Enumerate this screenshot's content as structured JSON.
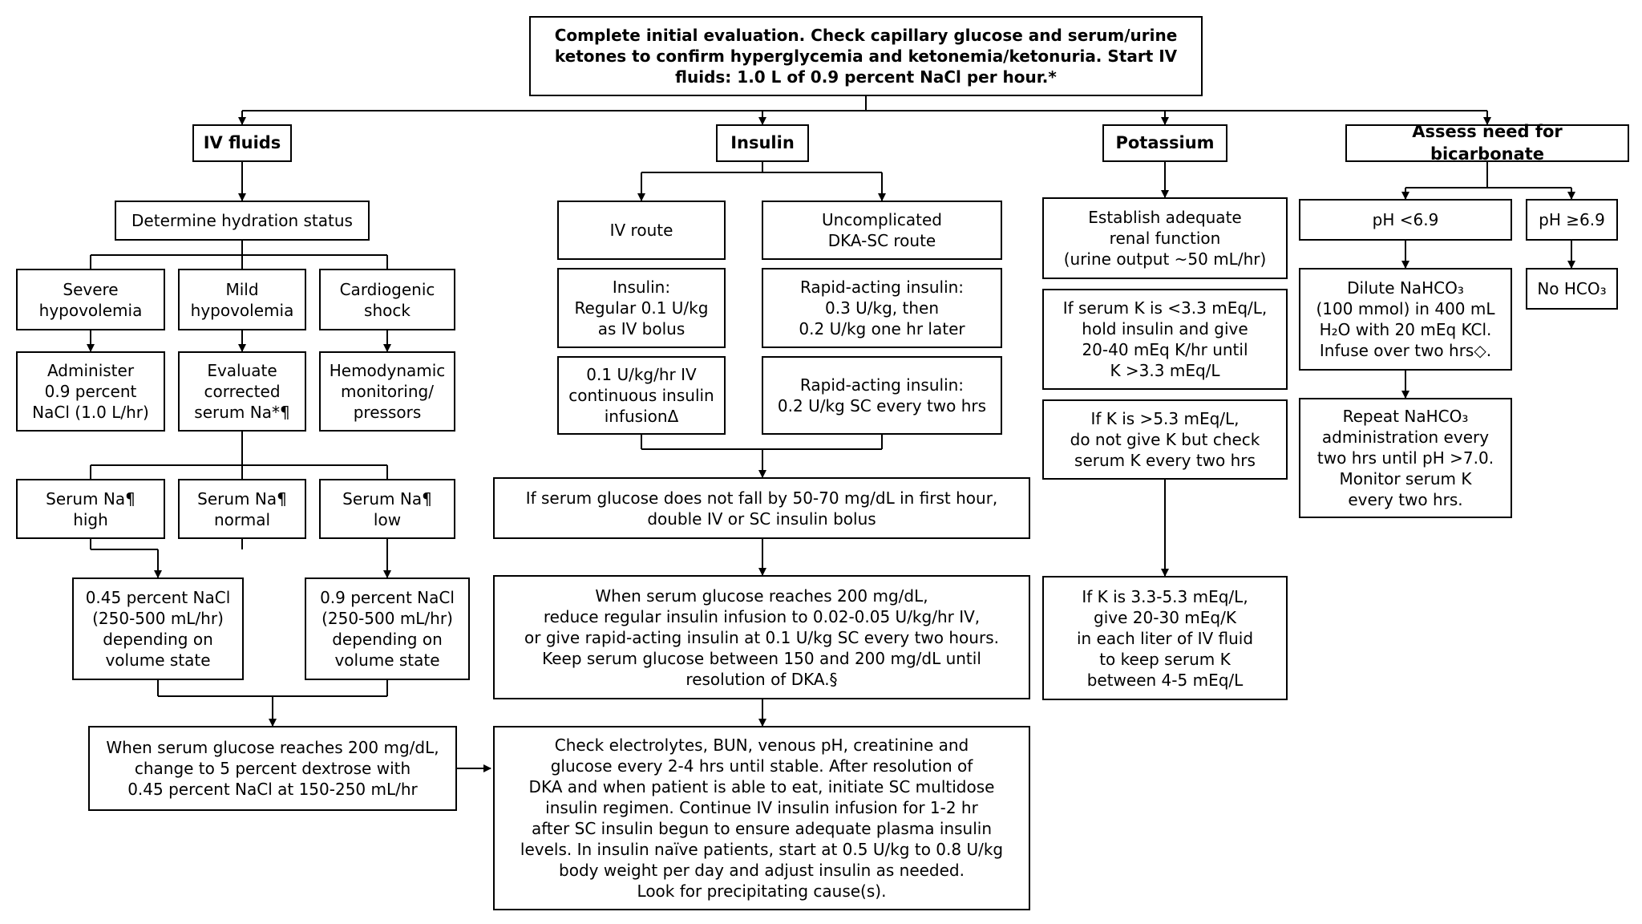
{
  "start": "Complete initial evaluation. Check capillary glucose and serum/urine ketones to confirm hyperglycemia and ketonemia/ketonuria. Start IV fluids: 1.0 L of 0.9 percent NaCl per hour.*",
  "headers": {
    "iv_fluids": "IV fluids",
    "insulin": "Insulin",
    "potassium": "Potassium",
    "bicarbonate": "Assess need for bicarbonate"
  },
  "fluids": {
    "hydration": "Determine hydration status",
    "severe": "Severe\nhypovolemia",
    "mild": "Mild\nhypovolemia",
    "cardio": "Cardiogenic\nshock",
    "administer": "Administer\n0.9 percent\nNaCl (1.0 L/hr)",
    "evaluate": "Evaluate\ncorrected\nserum Na*¶",
    "hemo": "Hemodynamic\nmonitoring/\npressors",
    "na_high": "Serum Na¶\nhigh",
    "na_normal": "Serum Na¶\nnormal",
    "na_low": "Serum Na¶\nlow",
    "half_nacl": "0.45 percent NaCl\n(250-500 mL/hr)\ndepending on\nvolume state",
    "full_nacl": "0.9 percent NaCl\n(250-500 mL/hr)\ndepending on\nvolume state",
    "dextrose": "When serum glucose reaches 200 mg/dL,\nchange to 5 percent dextrose with\n0.45 percent NaCl at 150-250 mL/hr"
  },
  "insulin": {
    "iv_route": "IV route",
    "sc_route": "Uncomplicated\nDKA-SC route",
    "iv_bolus": "Insulin:\nRegular 0.1 U/kg\nas IV bolus",
    "sc_first": "Rapid-acting insulin:\n0.3 U/kg, then\n0.2 U/kg one hr later",
    "iv_infusion": "0.1 U/kg/hr IV\ncontinuous insulin\ninfusionΔ",
    "sc_repeat": "Rapid-acting insulin:\n0.2 U/kg SC every two hrs",
    "double": "If serum glucose does not fall by 50-70 mg/dL in first hour,\ndouble IV or SC insulin bolus",
    "reduce": "When serum glucose reaches 200 mg/dL,\nreduce regular insulin infusion to 0.02-0.05 U/kg/hr IV,\nor give rapid-acting insulin at 0.1 U/kg SC every two hours.\nKeep serum glucose between 150 and 200 mg/dL until\nresolution of DKA.§",
    "check": "Check electrolytes, BUN, venous pH, creatinine and\nglucose every 2-4 hrs until stable. After resolution of\nDKA and when patient is able to eat, initiate SC multidose\ninsulin regimen. Continue IV insulin infusion for 1-2 hr\nafter SC insulin begun to ensure adequate plasma insulin\nlevels. In insulin naïve patients, start at 0.5 U/kg to 0.8 U/kg\nbody weight per day and adjust insulin as needed.\nLook for precipitating cause(s)."
  },
  "potassium": {
    "renal": "Establish adequate\nrenal function\n(urine output ~50 mL/hr)",
    "low": "If serum K is <3.3 mEq/L,\nhold insulin and give\n20-40 mEq K/hr until\nK >3.3 mEq/L",
    "high": "If K is >5.3 mEq/L,\ndo not give K but check\nserum K every two hrs",
    "mid": "If K is 3.3-5.3 mEq/L,\ngive 20-30 mEq/K\nin each liter of IV fluid\nto keep serum K\nbetween 4-5 mEq/L"
  },
  "bicarbonate": {
    "ph_low": "pH <6.9",
    "ph_ok": "pH ≥6.9",
    "dilute": "Dilute NaHCO₃\n(100 mmol) in 400 mL\nH₂O with 20 mEq KCl.\nInfuse over two hrs◇.",
    "no_hco3": "No HCO₃",
    "repeat": "Repeat NaHCO₃\nadministration every\ntwo hrs until pH >7.0.\nMonitor serum K\nevery two hrs."
  }
}
